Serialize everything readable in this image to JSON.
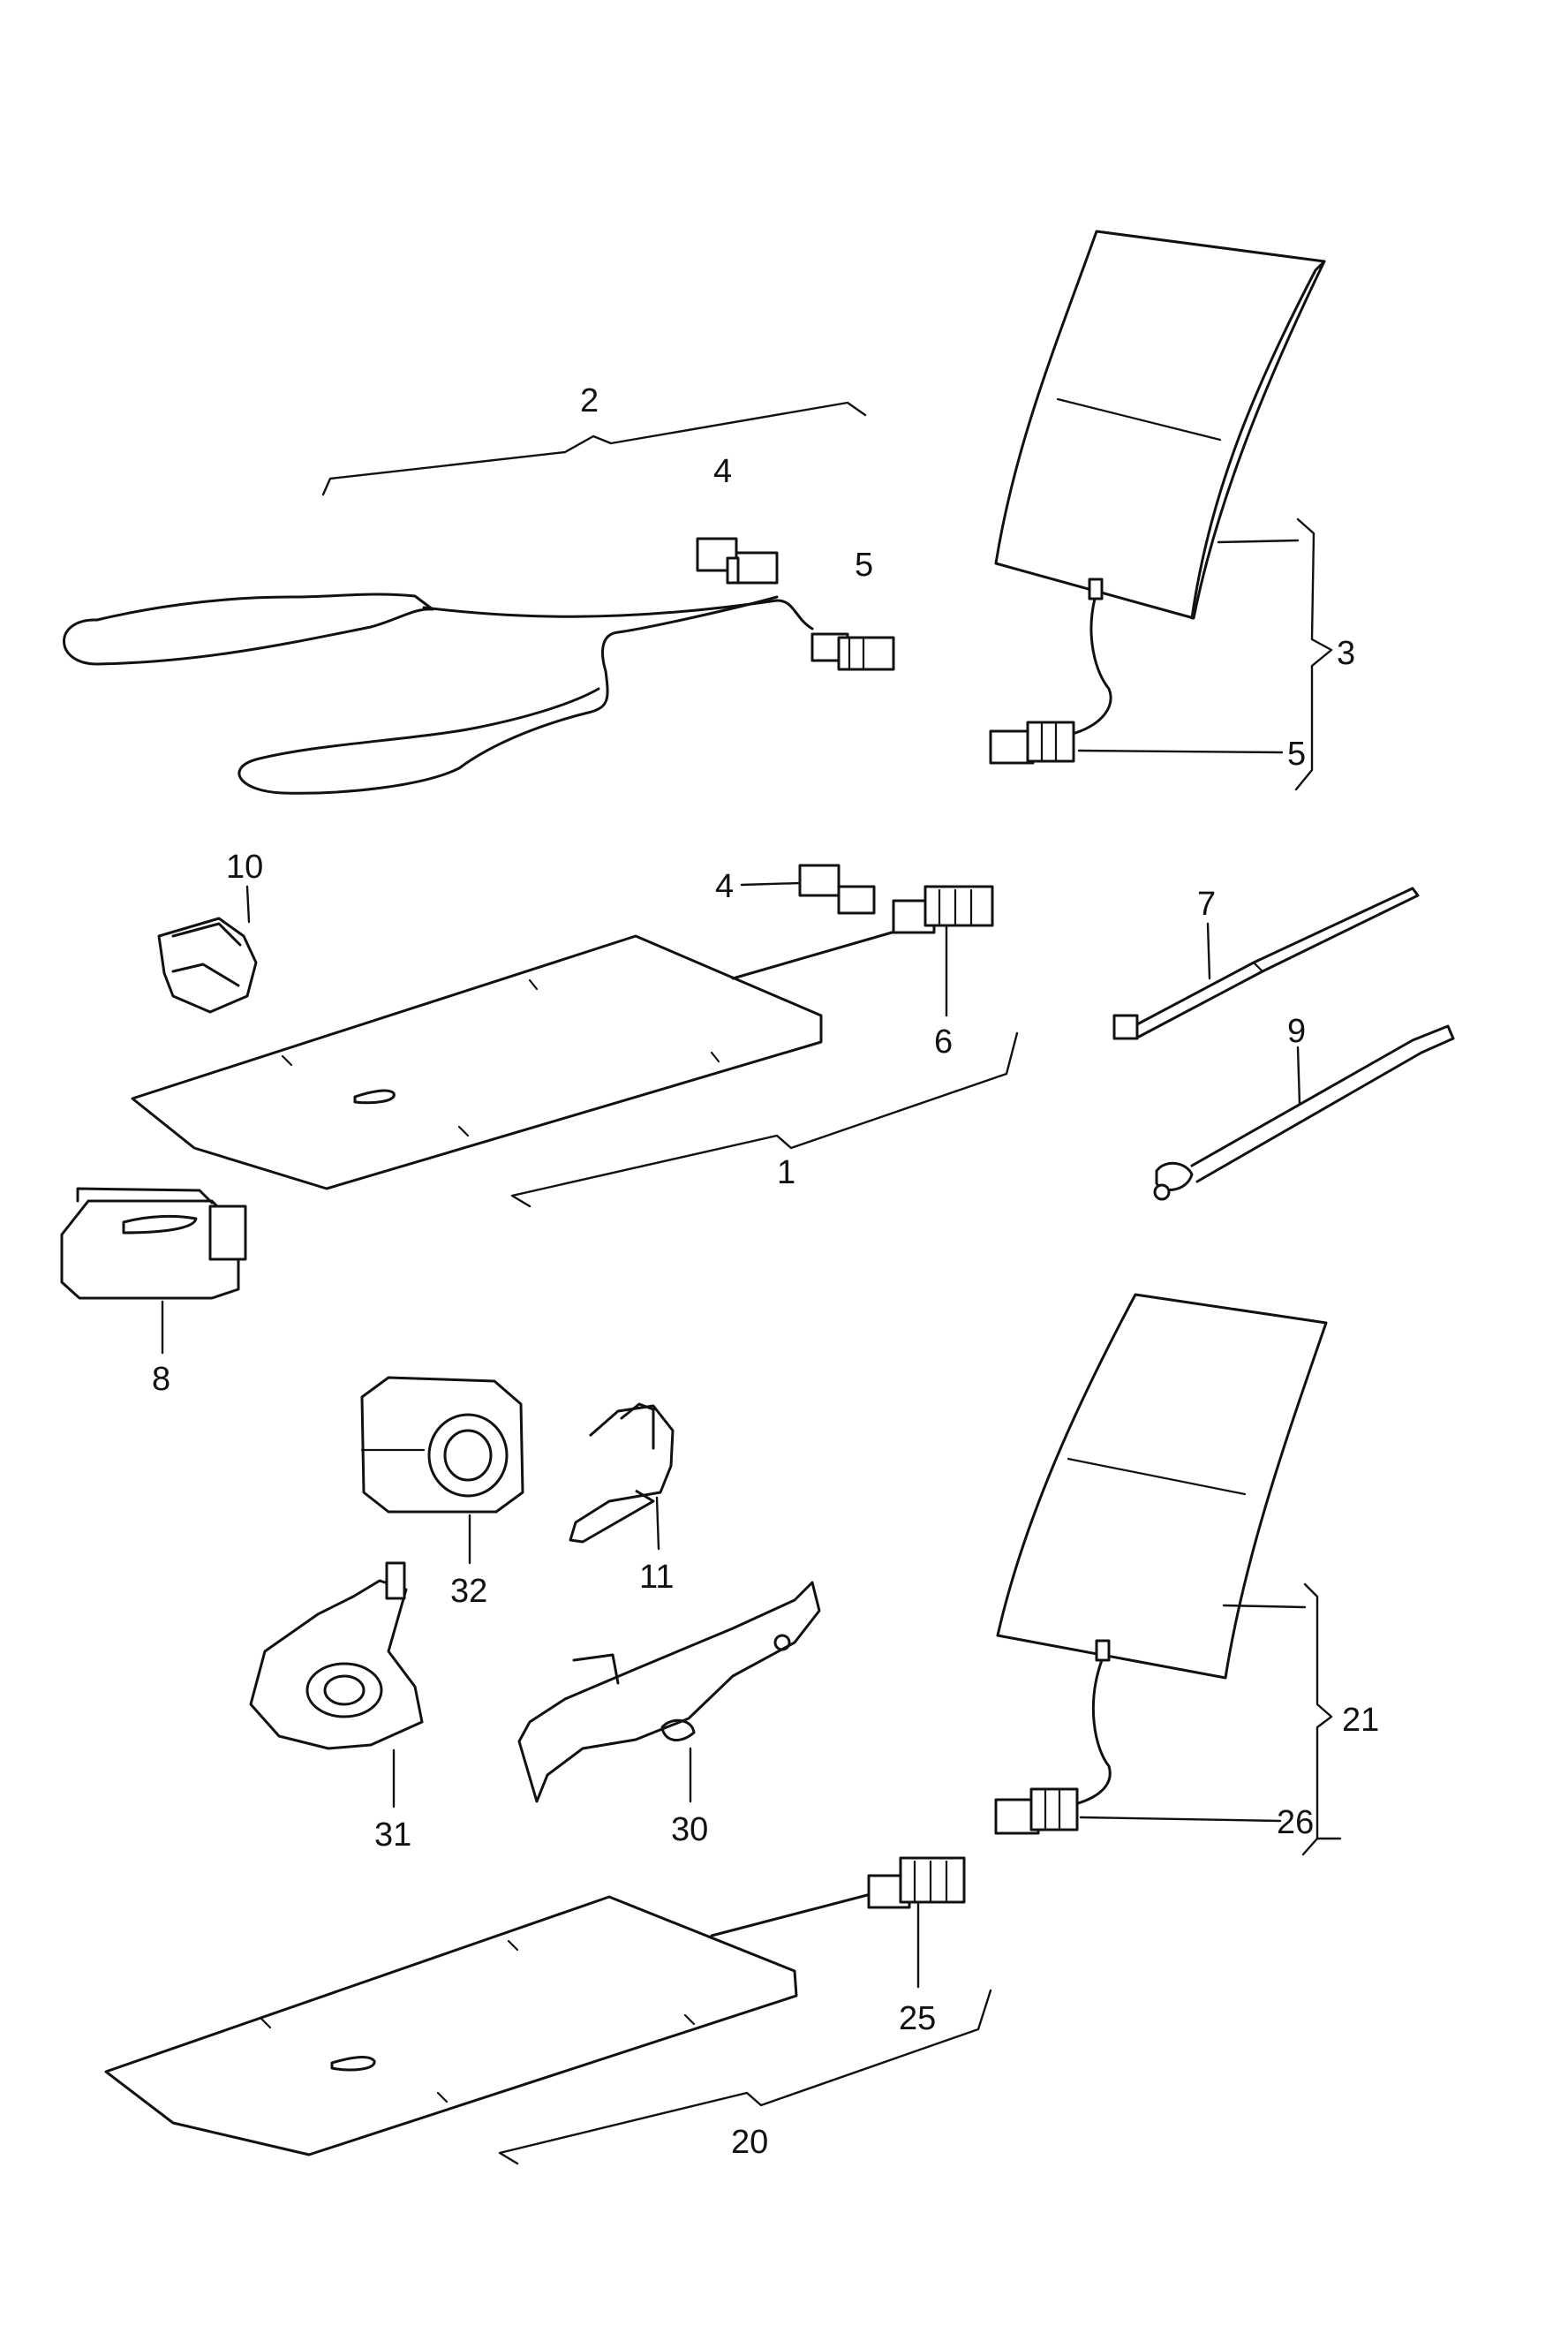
{
  "callouts": [
    {
      "id": "1",
      "label": "1"
    },
    {
      "id": "2",
      "label": "2"
    },
    {
      "id": "3",
      "label": "3"
    },
    {
      "id": "4a",
      "label": "4"
    },
    {
      "id": "4b",
      "label": "4"
    },
    {
      "id": "5a",
      "label": "5"
    },
    {
      "id": "5b",
      "label": "5"
    },
    {
      "id": "6",
      "label": "6"
    },
    {
      "id": "7",
      "label": "7"
    },
    {
      "id": "8",
      "label": "8"
    },
    {
      "id": "9",
      "label": "9"
    },
    {
      "id": "10",
      "label": "10"
    },
    {
      "id": "11",
      "label": "11"
    },
    {
      "id": "20",
      "label": "20"
    },
    {
      "id": "21",
      "label": "21"
    },
    {
      "id": "25",
      "label": "25"
    },
    {
      "id": "26",
      "label": "26"
    },
    {
      "id": "30",
      "label": "30"
    },
    {
      "id": "31",
      "label": "31"
    },
    {
      "id": "32",
      "label": "32"
    }
  ]
}
